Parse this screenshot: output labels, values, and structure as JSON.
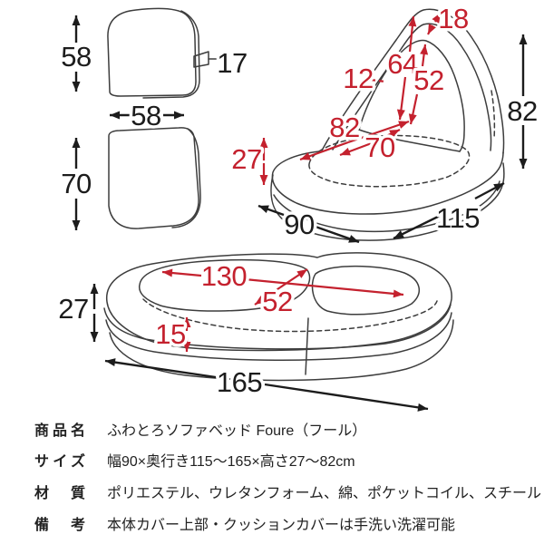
{
  "colors": {
    "red": "#c4212e",
    "ink": "#1c1c1c",
    "line": "#3d3d3d"
  },
  "dims": {
    "back_cushion_height": "58",
    "back_cushion_thickness": "17",
    "cushion_width": "58",
    "seat_cushion_length": "70",
    "chair_top_gap": "18",
    "chair_back_outer": "64",
    "chair_back_inner": "52",
    "chair_back_thickness": "12",
    "chair_seat_outer": "82",
    "chair_seat_inner": "70",
    "chair_base_height": "27",
    "chair_total_height": "82",
    "chair_width": "90",
    "chair_depth": "115",
    "bed_inner_length": "130",
    "bed_cushion_width": "52",
    "bed_height": "27",
    "bed_layer_height": "15",
    "bed_total_length": "165"
  },
  "table": {
    "rows": [
      {
        "label": "商品名",
        "value": "ふわとろソファベッド Foure（フール）"
      },
      {
        "label": "サイズ",
        "value": "幅90×奥行き115～165×高さ27～82cm"
      },
      {
        "label": "材質",
        "value": "ポリエステル、ウレタンフォーム、綿、ポケットコイル、スチール"
      },
      {
        "label": "備考",
        "value": "本体カバー上部・クッションカバーは手洗い洗濯可能"
      }
    ]
  }
}
